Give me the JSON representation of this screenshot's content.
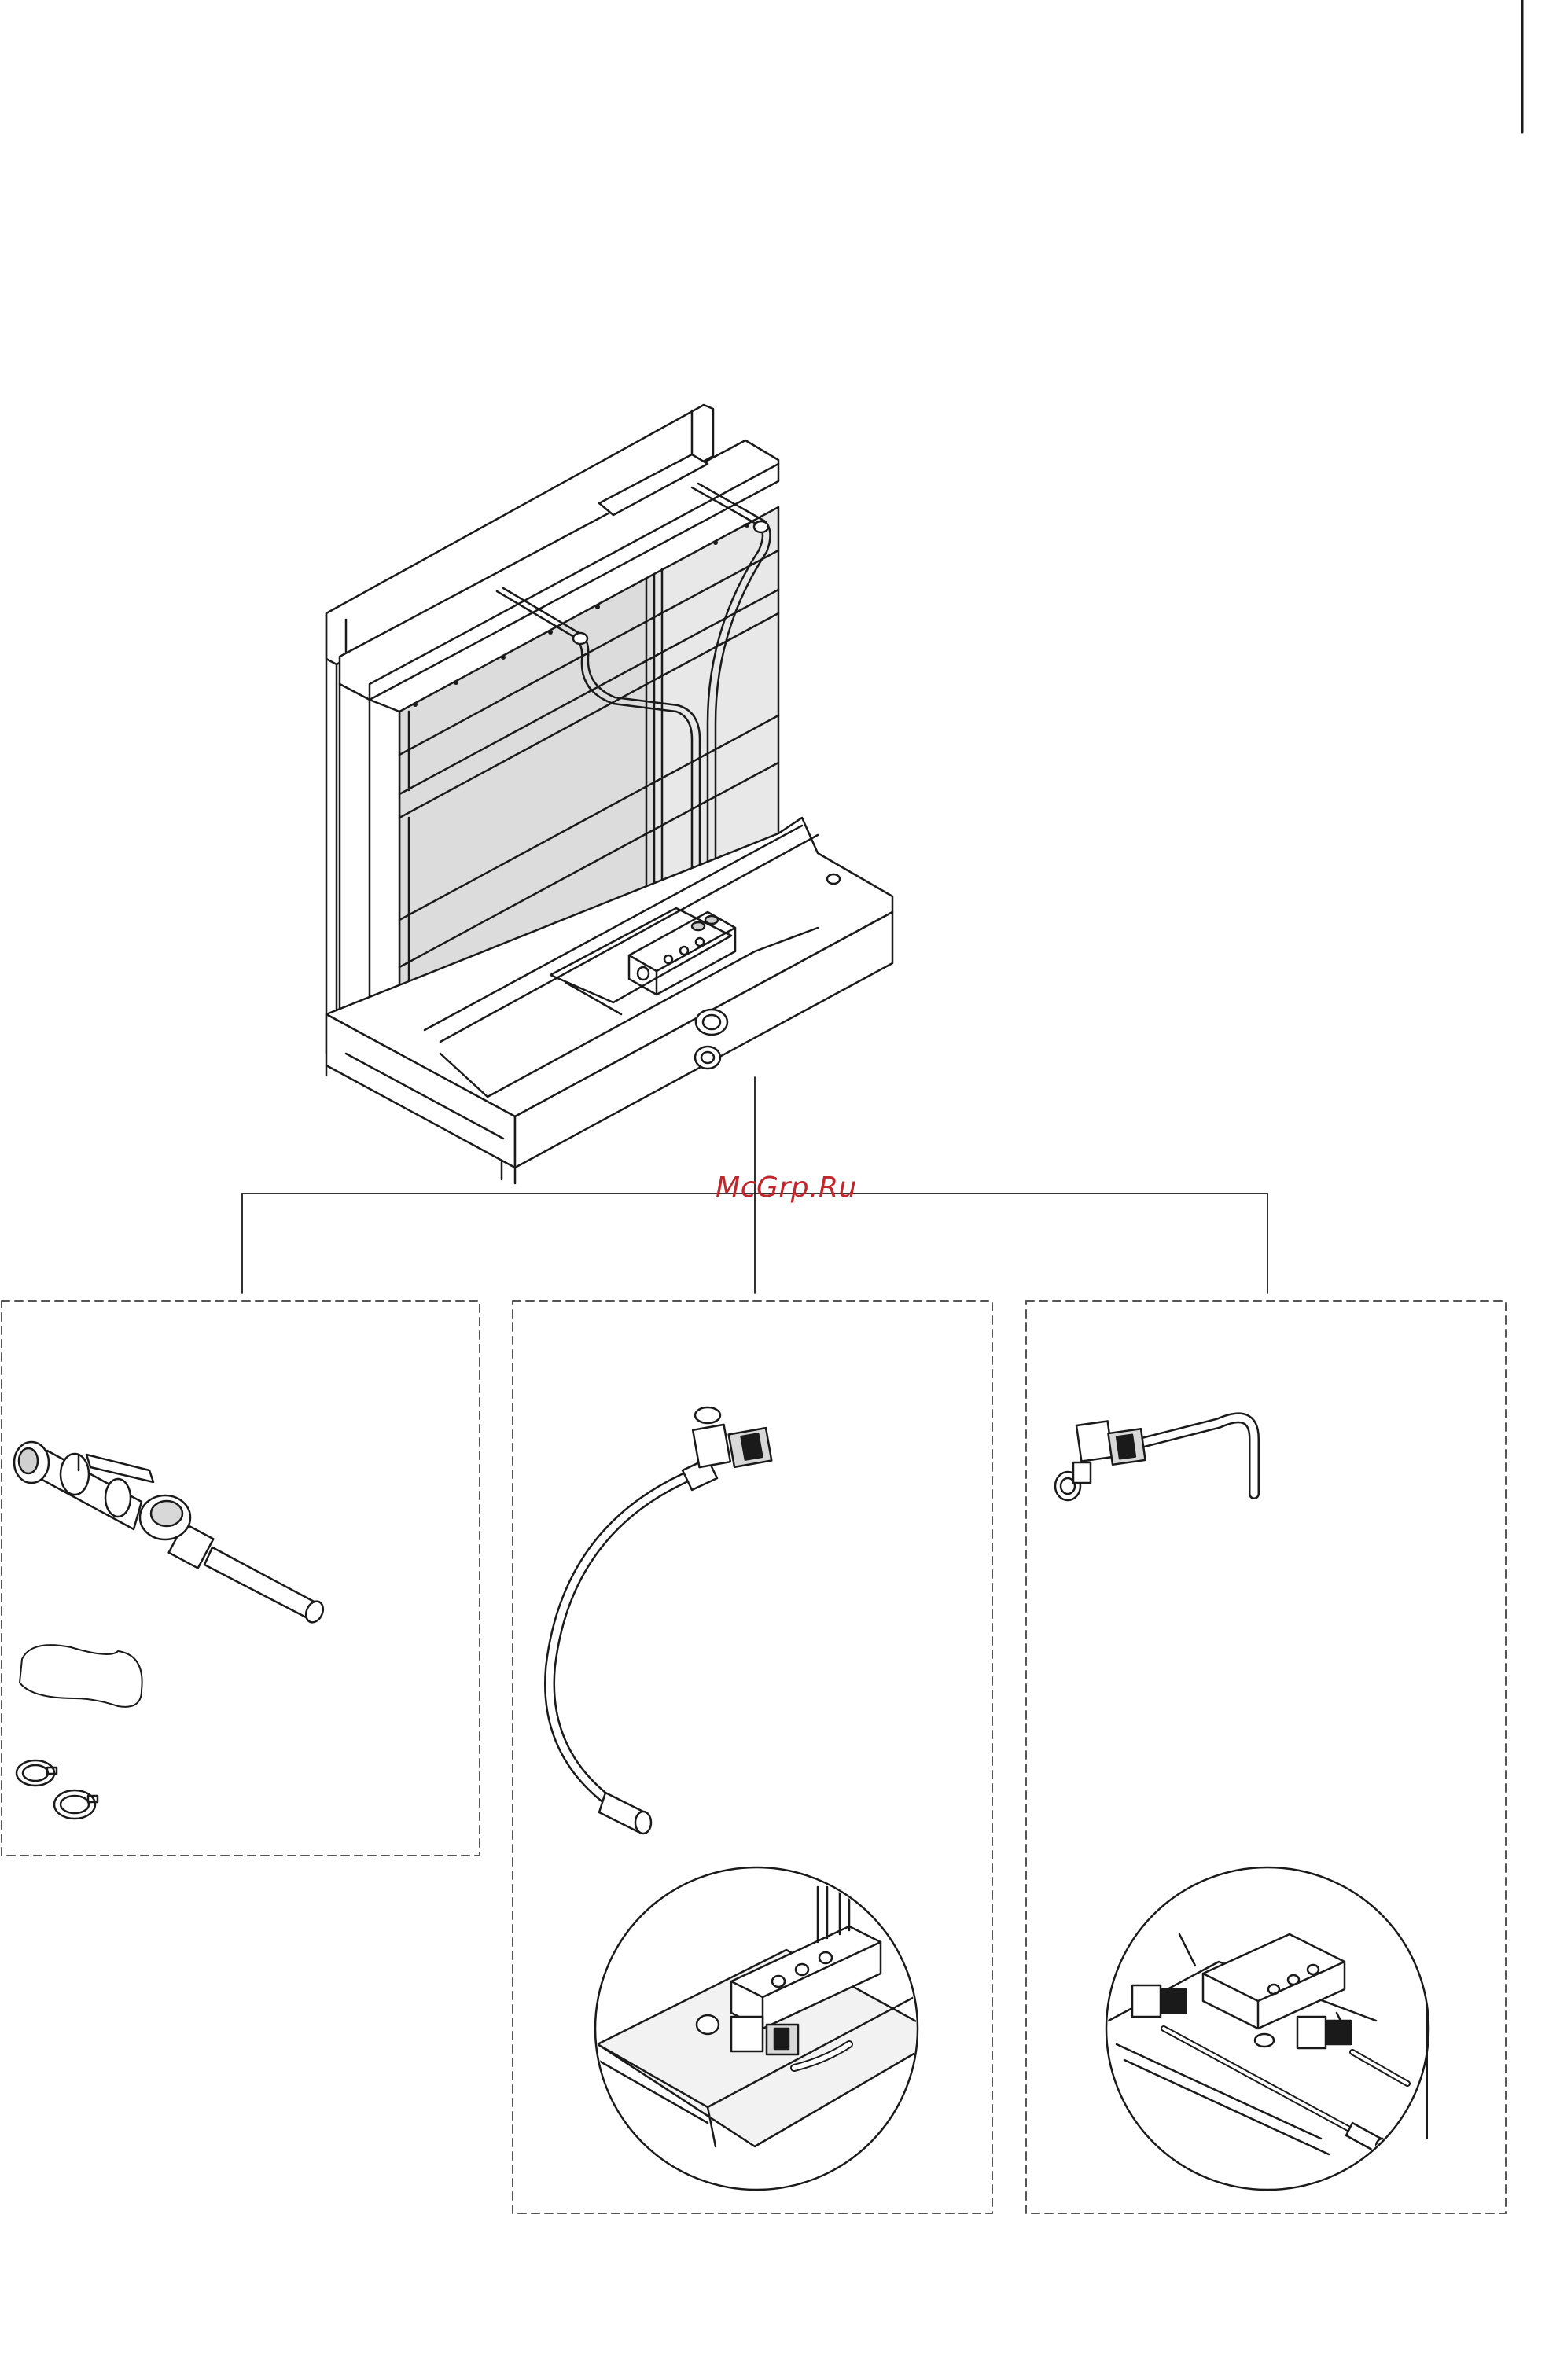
{
  "watermark": {
    "text": "McGrp.Ru",
    "color": "#c0272d"
  },
  "colors": {
    "line": "#1a1a1a",
    "panel_fill": "#dcdcdc",
    "panel_fill_light": "#eeeeee",
    "dash": "#555555"
  },
  "figure": {
    "main_unit": "humidifier-cassette-assembly",
    "options": [
      {
        "id": "option-1",
        "content": [
          "ball-valve-with-pipe",
          "hose-sleeve",
          "hose-clamps"
        ]
      },
      {
        "id": "option-2",
        "content": [
          "solenoid-valve-with-flexible-hose",
          "installation-detail-circle"
        ]
      },
      {
        "id": "option-3",
        "content": [
          "solenoid-valve-with-bent-pipe",
          "installation-detail-circle"
        ]
      }
    ]
  }
}
